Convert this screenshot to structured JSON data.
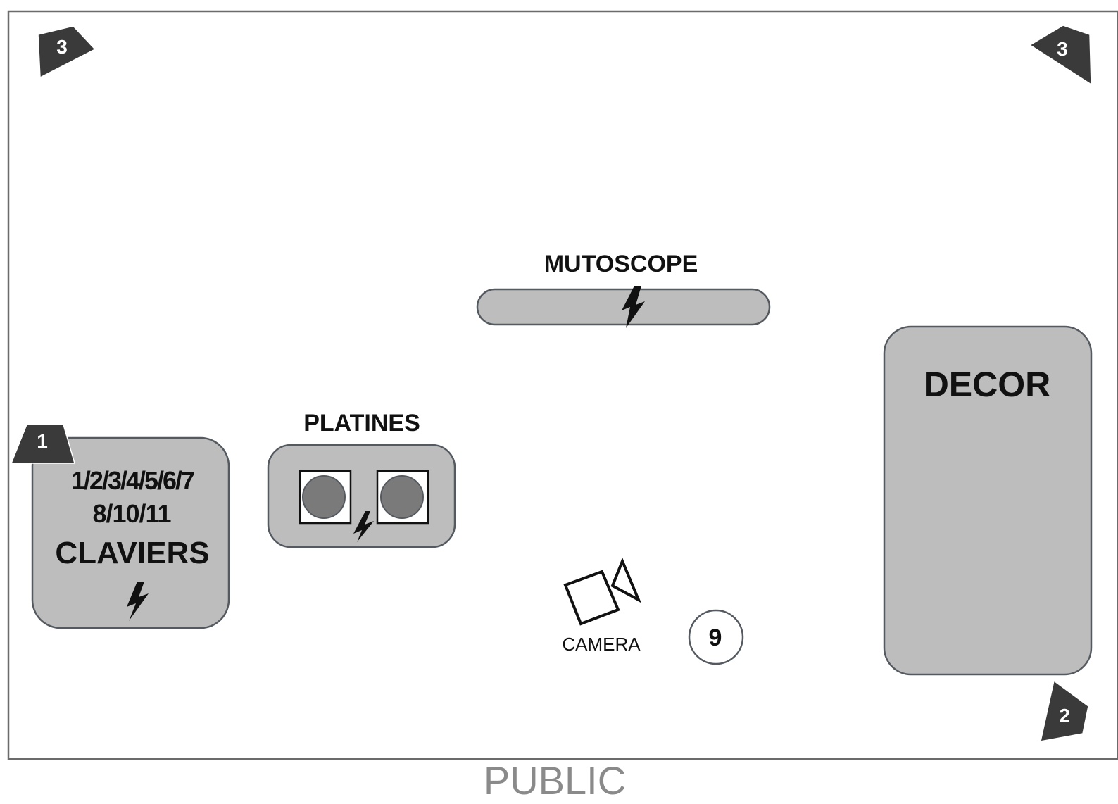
{
  "stage": {
    "audience_label": "PUBLIC"
  },
  "claviers": {
    "inputs_line1": "1/2/3/4/5/6/7",
    "inputs_line2": "8/10/11",
    "label": "CLAVIERS"
  },
  "platines": {
    "label": "PLATINES"
  },
  "mutoscope": {
    "label": "MUTOSCOPE"
  },
  "decor": {
    "label": "DECOR"
  },
  "camera": {
    "label": "CAMERA"
  },
  "input_9": {
    "label": "9"
  },
  "monitors": {
    "top_left": "3",
    "top_right": "3",
    "left": "1",
    "bottom_right": "2"
  },
  "colors": {
    "block_fill": "#bdbdbd",
    "block_stroke": "#555a60",
    "monitor_fill": "#3a3a3a",
    "platter_fill": "#7a7a7a",
    "audience_text": "#8a8a8a"
  }
}
